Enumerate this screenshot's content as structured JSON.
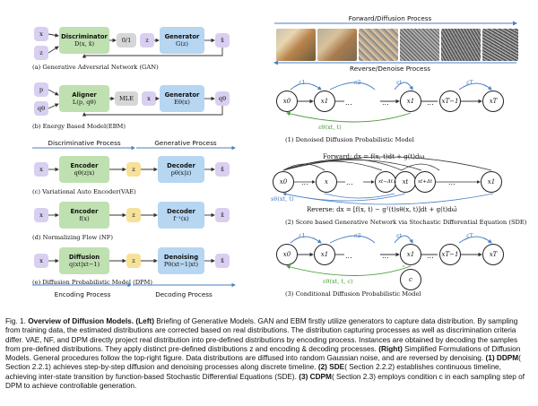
{
  "left": {
    "gan": {
      "x": "x",
      "z": "z",
      "disc_title": "Discriminator",
      "disc_formula": "D(x, x̂)",
      "binary": "0/1",
      "gen_title": "Generator",
      "gen_formula": "G(z)",
      "out": "x̂",
      "caption": "(a) Generative Adversrial Network (GAN)"
    },
    "ebm": {
      "p": "p",
      "q": "qθ",
      "aligner_title": "Aligner",
      "aligner_formula": "L(p, qθ)",
      "mle": "MLE",
      "x": "x",
      "gen_title": "Generator",
      "gen_formula": "Eθ(x)",
      "out": "qθ",
      "caption": "(b) Energy Based Model(EBM)"
    },
    "process_header": {
      "discriminative": "Discriminative Process",
      "generative": "Generative Process"
    },
    "vae": {
      "x": "x",
      "enc_title": "Encoder",
      "enc_formula": "qθ(z|x)",
      "z": "z",
      "dec_title": "Decoder",
      "dec_formula": "pθ(x|z)",
      "out": "x̂",
      "caption": "(c) Variational Auto Encoder(VAE)"
    },
    "nf": {
      "x": "x",
      "enc_title": "Encoder",
      "enc_formula": "f(x)",
      "z": "z",
      "dec_title": "Decoder",
      "dec_formula": "f⁻¹(x)",
      "out": "x̂",
      "caption": "(d) Normalizing Flow (NF)"
    },
    "dpm": {
      "x": "x",
      "diff_title": "Diffusion",
      "diff_formula": "q(xt|xt−1)",
      "z": "z",
      "den_title": "Denoising",
      "den_formula": "Pθ(xt−1|xt)",
      "out": "x̂",
      "caption": "(e) Diffusion Probabilistic Model (DPM)"
    },
    "coding_header": {
      "encoding": "Encoding Process",
      "decoding": "Decoding Process"
    }
  },
  "right": {
    "forward_label": "Forward/Diffusion Process",
    "reverse_label": "Reverse/Denoise Process",
    "ddpm": {
      "nodes": [
        "x0",
        "x1",
        "x1",
        "xT−1",
        "xT"
      ],
      "eps": [
        "ε1",
        "ε2",
        "εt",
        "εT"
      ],
      "theta": "εθ(xt, t)",
      "caption": "(1) Denoised Diffusion Probabilistic Model"
    },
    "sgm": {
      "forward_eq": "Forward:  dx = f(x, t)dt + g(t)dω",
      "reverse_eq": "Reverse:  dx = [f(x, t) − g²(t)sθ(x, t)]dt + g(t)dω̄",
      "nodes": [
        "x0",
        "x",
        "xt−Δt",
        "xt",
        "xt+Δt",
        "x1"
      ],
      "score": "sθ(xt, t)",
      "caption": "(2) Score based Generative Network via Stochastic Differential Equation (SDE)"
    },
    "cdpm": {
      "nodes": [
        "x0",
        "x1",
        "x1",
        "xT−1",
        "xT"
      ],
      "eps": [
        "ε1",
        "ε2",
        "εt",
        "εT"
      ],
      "cond": "c",
      "theta": "εθ(xt, t, c)",
      "caption": "(3) Conditional Diffusion Probabilistic Model"
    }
  },
  "caption": {
    "prefix": "Fig. 1. ",
    "title": "Overview of Diffusion Models. (Left)",
    "body1": " Briefing of Generative Models. GAN and EBM firstly utilize generators to capture data distribution. By sampling from training data, the estimated distributions are corrected based on real distributions. The distribution capturing processes as well as discrimination criteria differ. VAE, NF, and DPM directly project real distribution into pre-defined distributions by encoding process. Instances are obtained by decoding the samples from pre-defined distributions. They apply distinct pre-defined distributions z and encoding & decoding processes. ",
    "right_title": "(Right)",
    "body2": " Simplified Formulations of Diffusion Models. General procedures follow the top-right figure. Data distributions are diffused into random Gaussian noise, and are reversed by denoising. ",
    "ddpm": "(1) DDPM",
    "body3": "( Section 2.2.1) achieves step-by-step diffusion and denoising processes along discrete timeline. ",
    "sde": "(2) SDE",
    "body4": "( Section 2.2.2) establishes continuous timeline, achieving inter-state transition by function-based Stochastic Differential Equations (SDE). ",
    "cdpm": "(3) CDPM",
    "body5": "( Section 2.3) employs condition c in each sampling step of DPM to achieve controllable generation."
  }
}
